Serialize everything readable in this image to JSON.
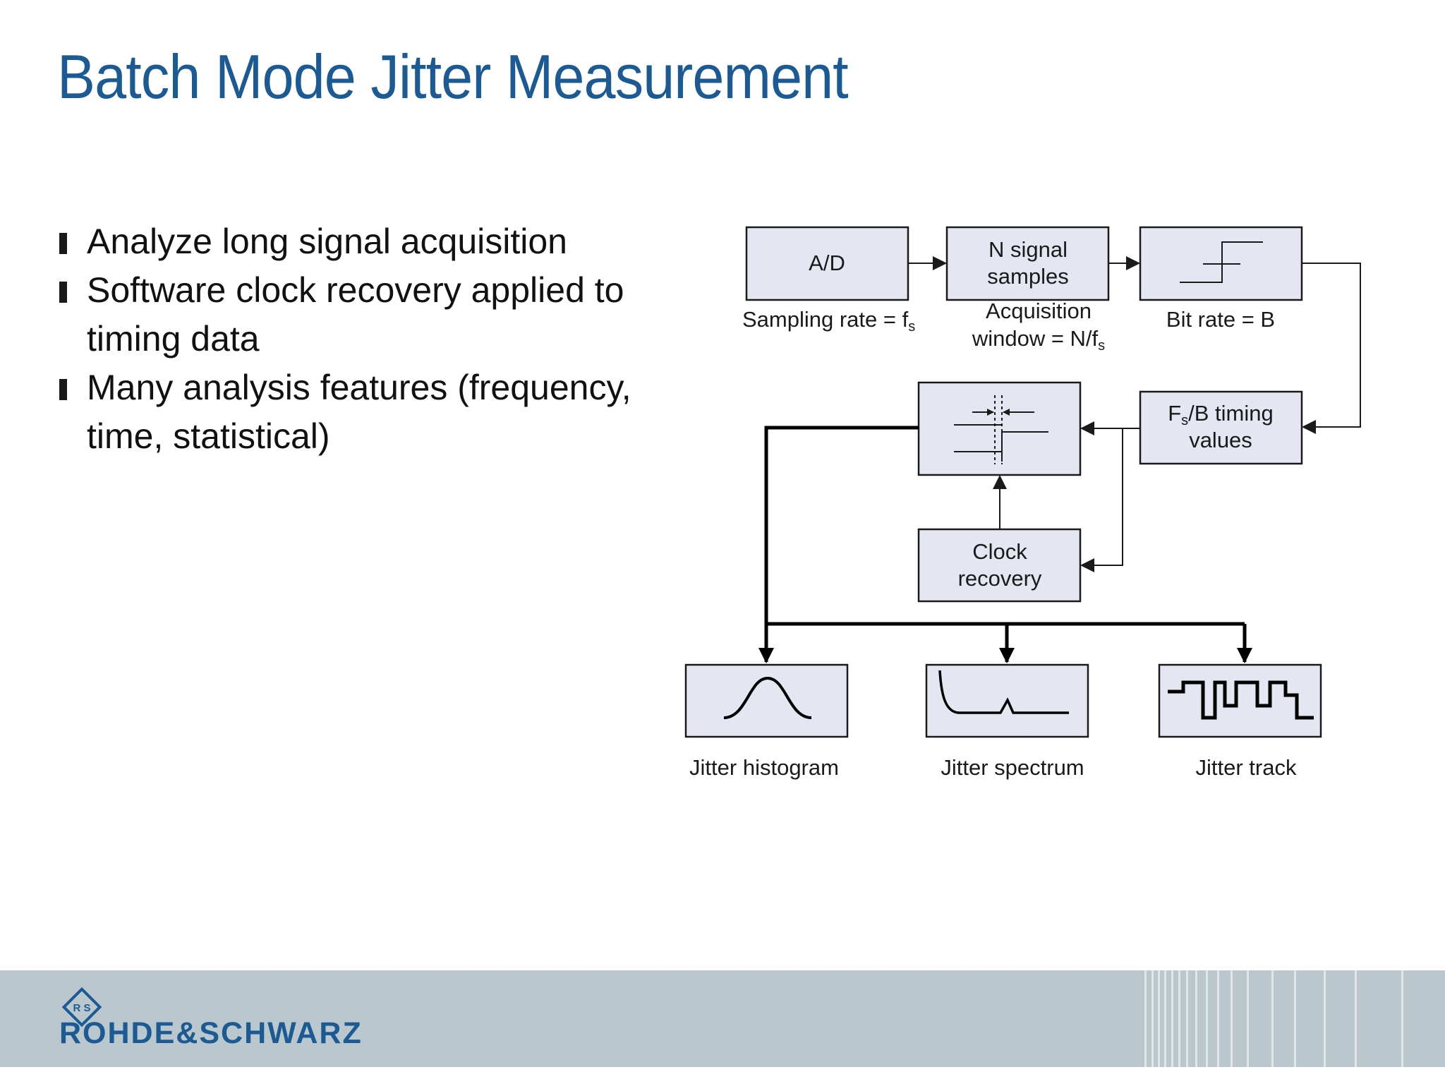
{
  "slide": {
    "title": "Batch Mode Jitter Measurement",
    "bullets": [
      "Analyze long signal acquisition",
      "Software clock recovery applied to timing data",
      "Many analysis features (frequency, time, statistical)"
    ]
  },
  "diagram": {
    "ad_box": "A/D",
    "samples_box": [
      "N signal",
      "samples"
    ],
    "sampling_label": [
      "Sampling rate = f",
      "s"
    ],
    "acquisition_label": [
      "Acquisition",
      "window = N/f",
      "s"
    ],
    "bitrate_label": "Bit rate = B",
    "timing_box": [
      "F",
      "s",
      "/B timing",
      "values"
    ],
    "clock_box": [
      "Clock",
      "recovery"
    ],
    "outputs": [
      "Jitter histogram",
      "Jitter spectrum",
      "Jitter track"
    ]
  },
  "brand": {
    "name": "ROHDE&SCHWARZ",
    "emblem": "R S"
  },
  "colors": {
    "title": "#1c5a94",
    "box_fill": "#e4e7f2",
    "footer": "#bac7cd"
  }
}
